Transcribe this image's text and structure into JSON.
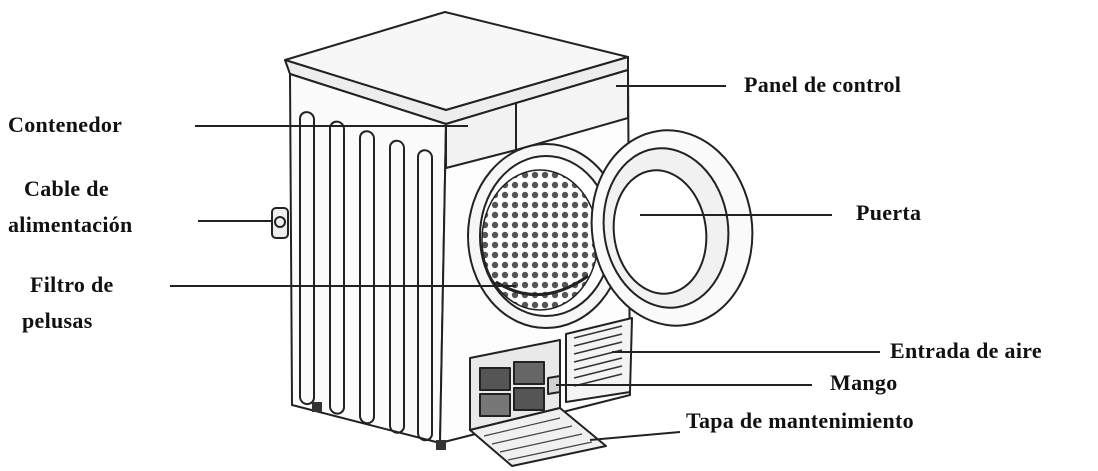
{
  "labels": {
    "panel_de_control": "Panel de control",
    "contenedor": "Contenedor",
    "cable_de_alimentacion": [
      "Cable de",
      "alimentación"
    ],
    "puerta": "Puerta",
    "filtro_de_pelusas": [
      "Filtro de",
      "pelusas"
    ],
    "entrada_de_aire": "Entrada de aire",
    "mango": "Mango",
    "tapa_de_mantenimiento": "Tapa de mantenimiento"
  },
  "colors": {
    "ink": "#111111",
    "line": "#222222",
    "panel_fill": "#f4f4f4",
    "background": "#ffffff"
  }
}
